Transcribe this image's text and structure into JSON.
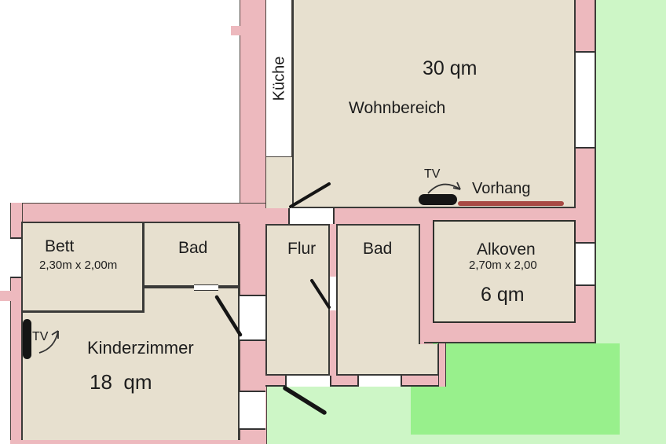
{
  "floorplan": {
    "rooms": {
      "kueche": {
        "label": "Küche"
      },
      "wohnbereich": {
        "label": "Wohnbereich",
        "area": "30 qm"
      },
      "bett": {
        "label": "Bett",
        "dimensions": "2,30m x 2,00m"
      },
      "bad_links": {
        "label": "Bad"
      },
      "flur": {
        "label": "Flur"
      },
      "bad_mitte": {
        "label": "Bad"
      },
      "alkoven": {
        "label": "Alkoven",
        "dimensions": "2,70m x 2,00",
        "area": "6 qm"
      },
      "kinderzimmer": {
        "label": "Kinderzimmer",
        "area": "18  qm"
      }
    },
    "annotations": {
      "tv_wohnbereich": {
        "label": "TV"
      },
      "vorhang": {
        "label": "Vorhang"
      },
      "tv_kinderzimmer": {
        "label": "TV"
      }
    },
    "colors": {
      "wall": "#edb9be",
      "room": "#e7e0cf",
      "outdoor-light": "#cdf6c6",
      "outdoor-dark": "#98f08c",
      "curtain": "#a84a44",
      "ink": "#1d1d1d",
      "outline": "#3a3a38"
    }
  }
}
